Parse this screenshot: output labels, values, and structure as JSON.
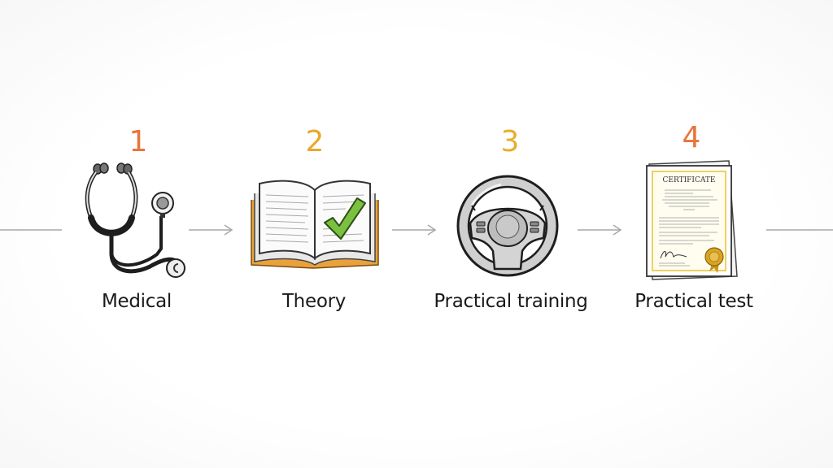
{
  "diagram": {
    "type": "process-flow",
    "steps": [
      {
        "number": "1",
        "label": "Medical",
        "icon": "stethoscope-icon",
        "number_color": "#e8743b"
      },
      {
        "number": "2",
        "label": "Theory",
        "icon": "book-checkmark-icon",
        "number_color": "#eba62c"
      },
      {
        "number": "3",
        "label": "Practical training",
        "icon": "steering-wheel-icon",
        "number_color": "#e9ad2b"
      },
      {
        "number": "4",
        "label": "Practical test",
        "icon": "certificate-icon",
        "number_color": "#e8743b"
      }
    ],
    "certificate_title": "CERTIFICATE",
    "colors": {
      "connector": "#a8a8a8",
      "check_green": "#7ac142",
      "book_cover": "#e9a23b",
      "seal_gold": "#d9a520",
      "cert_border": "#f0d060"
    }
  }
}
